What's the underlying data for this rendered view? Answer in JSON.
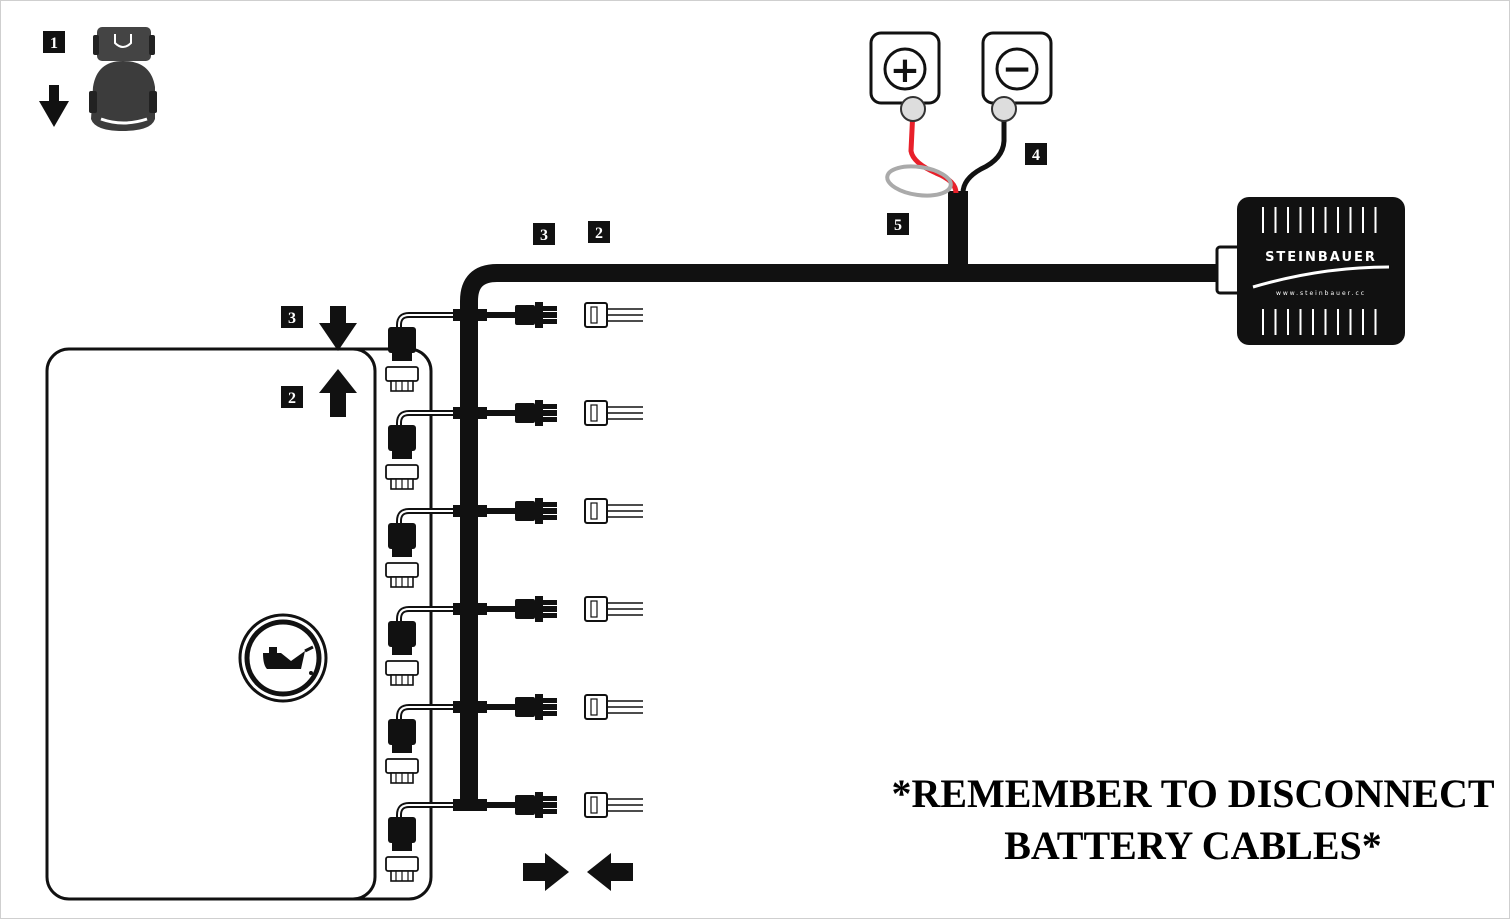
{
  "labels": {
    "step1": "1",
    "step2_top": "2",
    "step3_top": "3",
    "step2_left": "2",
    "step3_left": "3",
    "step4": "4",
    "step5": "5"
  },
  "module": {
    "brand": "STEINBAUER",
    "url": "www.steinbauer.cc"
  },
  "battery": {
    "positive_symbol": "+",
    "negative_symbol": "−",
    "positive_wire_color": "#e8202a",
    "negative_wire_color": "#111111"
  },
  "warning": {
    "line1": "*REMEMBER TO DISCONNECT",
    "line2": "BATTERY CABLES*"
  },
  "connector_rows": 6
}
